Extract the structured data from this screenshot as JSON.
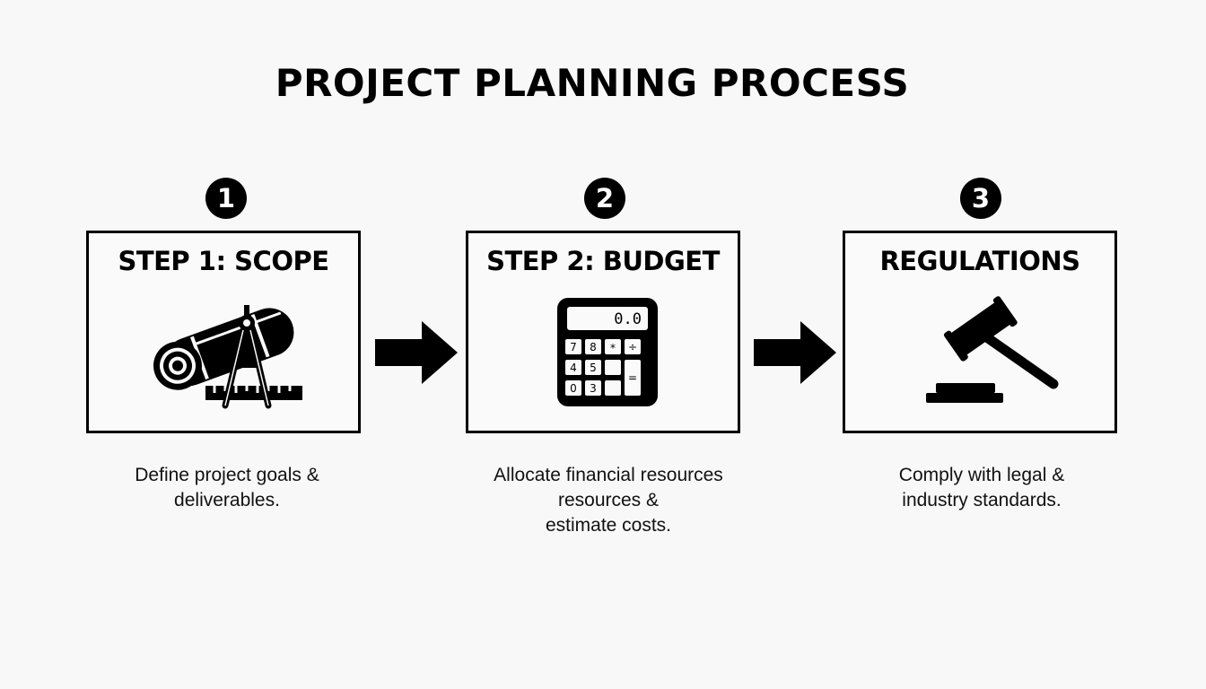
{
  "title": "PROJECT PLANNING PROCESS",
  "steps": [
    {
      "number": "1",
      "label": "STEP 1: SCOPE",
      "icon": "blueprint-compass-icon",
      "description": [
        "Define project goals &",
        "deliverables."
      ]
    },
    {
      "number": "2",
      "label": "STEP 2: BUDGET",
      "icon": "calculator-icon",
      "calculator": {
        "display": "0.0",
        "keys": [
          "7",
          "8",
          "*",
          "÷",
          "4",
          "5",
          "",
          "",
          "0",
          "3",
          "",
          "="
        ]
      },
      "description": [
        "Allocate financial resources",
        "resources &",
        "estimate costs."
      ]
    },
    {
      "number": "3",
      "label": "REGULATIONS",
      "icon": "gavel-icon",
      "description": [
        "Comply with legal &",
        "industry standards."
      ]
    }
  ],
  "arrows": [
    "arrow-right-icon",
    "arrow-right-icon"
  ]
}
